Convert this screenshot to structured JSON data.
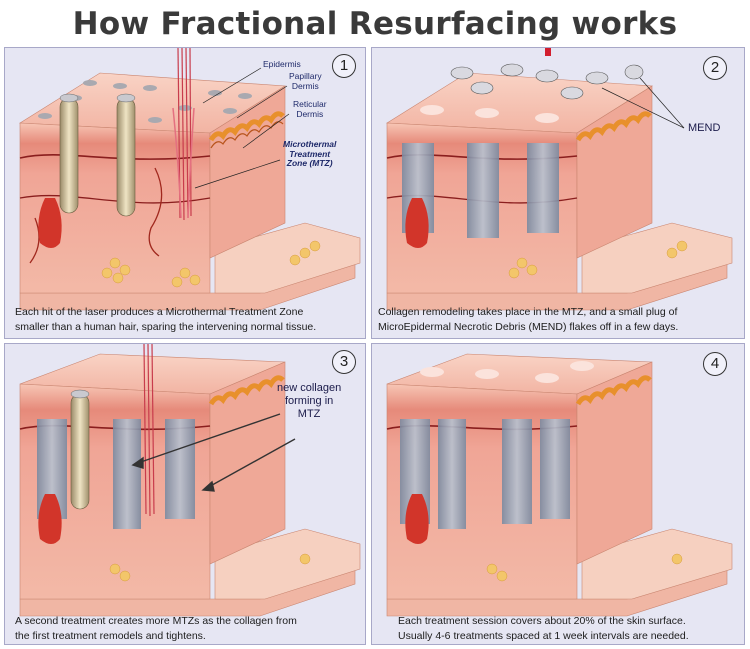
{
  "title": "How Fractional Resurfacing works",
  "panels": [
    {
      "number": "1",
      "labels": {
        "epidermis": "Epidermis",
        "papillary": "Papillary\nDermis",
        "reticular": "Reticular\nDermis",
        "mtz": "Microthermal\nTreatment\nZone (MTZ)"
      },
      "caption_line1": "Each hit of the laser produces a Microthermal Treatment Zone",
      "caption_line2": "smaller than a human hair, sparing the intervening normal tissue."
    },
    {
      "number": "2",
      "labels": {
        "mend": "MEND"
      },
      "caption_line1": "Collagen remodeling takes place in the MTZ, and a small plug of",
      "caption_line2": "MicroEpidermal Necrotic Debris (MEND) flakes off in a few days."
    },
    {
      "number": "3",
      "labels": {
        "new_collagen": "new collagen\nforming in\nMTZ"
      },
      "caption_line1": "A second treatment creates more MTZs as the collagen from",
      "caption_line2": "the first treatment remodels and tightens."
    },
    {
      "number": "4",
      "labels": {},
      "caption_line1": "Each treatment session covers about 20% of the skin surface.",
      "caption_line2": "Usually 4-6 treatments spaced at 1 week intervals are needed."
    }
  ],
  "colors": {
    "panel_bg": "#e6e6f3",
    "skin_top": "#f6c2b4",
    "skin_mid": "#f0a898",
    "skin_deep": "#f4bfae",
    "collagen_wave": "#e8902c",
    "mtz_column": "#9aa7b8",
    "laser": "#c83c4c"
  }
}
